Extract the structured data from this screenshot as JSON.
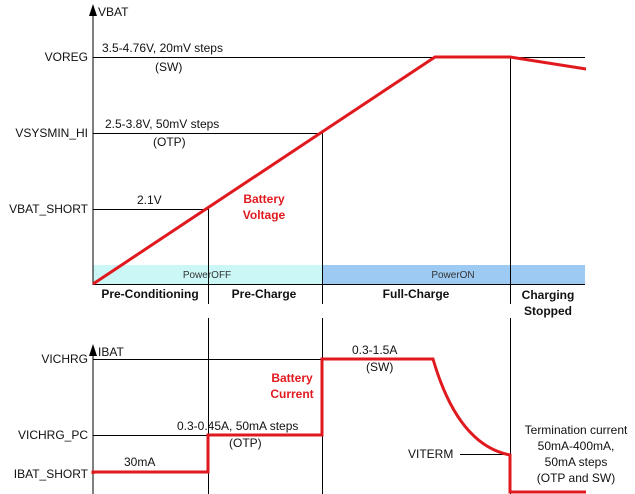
{
  "voltage_axis": {
    "label": "VBAT",
    "levels": [
      "VOREG",
      "VSYSMIN_HI",
      "VBAT_SHORT"
    ]
  },
  "voltage_notes": {
    "voreg_range": "3.5-4.76V, 20mV steps",
    "voreg_source": "(SW)",
    "vsysmin_range": "2.5-3.8V, 50mV steps",
    "vsysmin_source": "(OTP)",
    "vbat_short_value": "2.1V"
  },
  "voltage_curve_label": [
    "Battery",
    "Voltage"
  ],
  "power_states": [
    "PowerOFF",
    "PowerON"
  ],
  "phases": [
    "Pre-Conditioning",
    "Pre-Charge",
    "Full-Charge",
    "Charging",
    "Stopped"
  ],
  "current_axis": {
    "label": "IBAT",
    "levels": [
      "VICHRG",
      "VICHRG_PC",
      "IBAT_SHORT"
    ]
  },
  "current_notes": {
    "ichrg_range": "0.3-1.5A",
    "ichrg_source": "(SW)",
    "ichrg_pc_range": "0.3-0.45A, 50mA steps",
    "ichrg_pc_source": "(OTP)",
    "ibat_short_value": "30mA",
    "viterm": "VITERM"
  },
  "current_curve_label": [
    "Battery",
    "Current"
  ],
  "termination_note": [
    "Termination current",
    "50mA-400mA,",
    "50mA steps",
    "(OTP and SW)"
  ],
  "colors": {
    "curve": "#e0191f",
    "poweroff_band": "#ccf7f7",
    "poweron_band": "#9dcaf2",
    "lines": "#000000"
  }
}
